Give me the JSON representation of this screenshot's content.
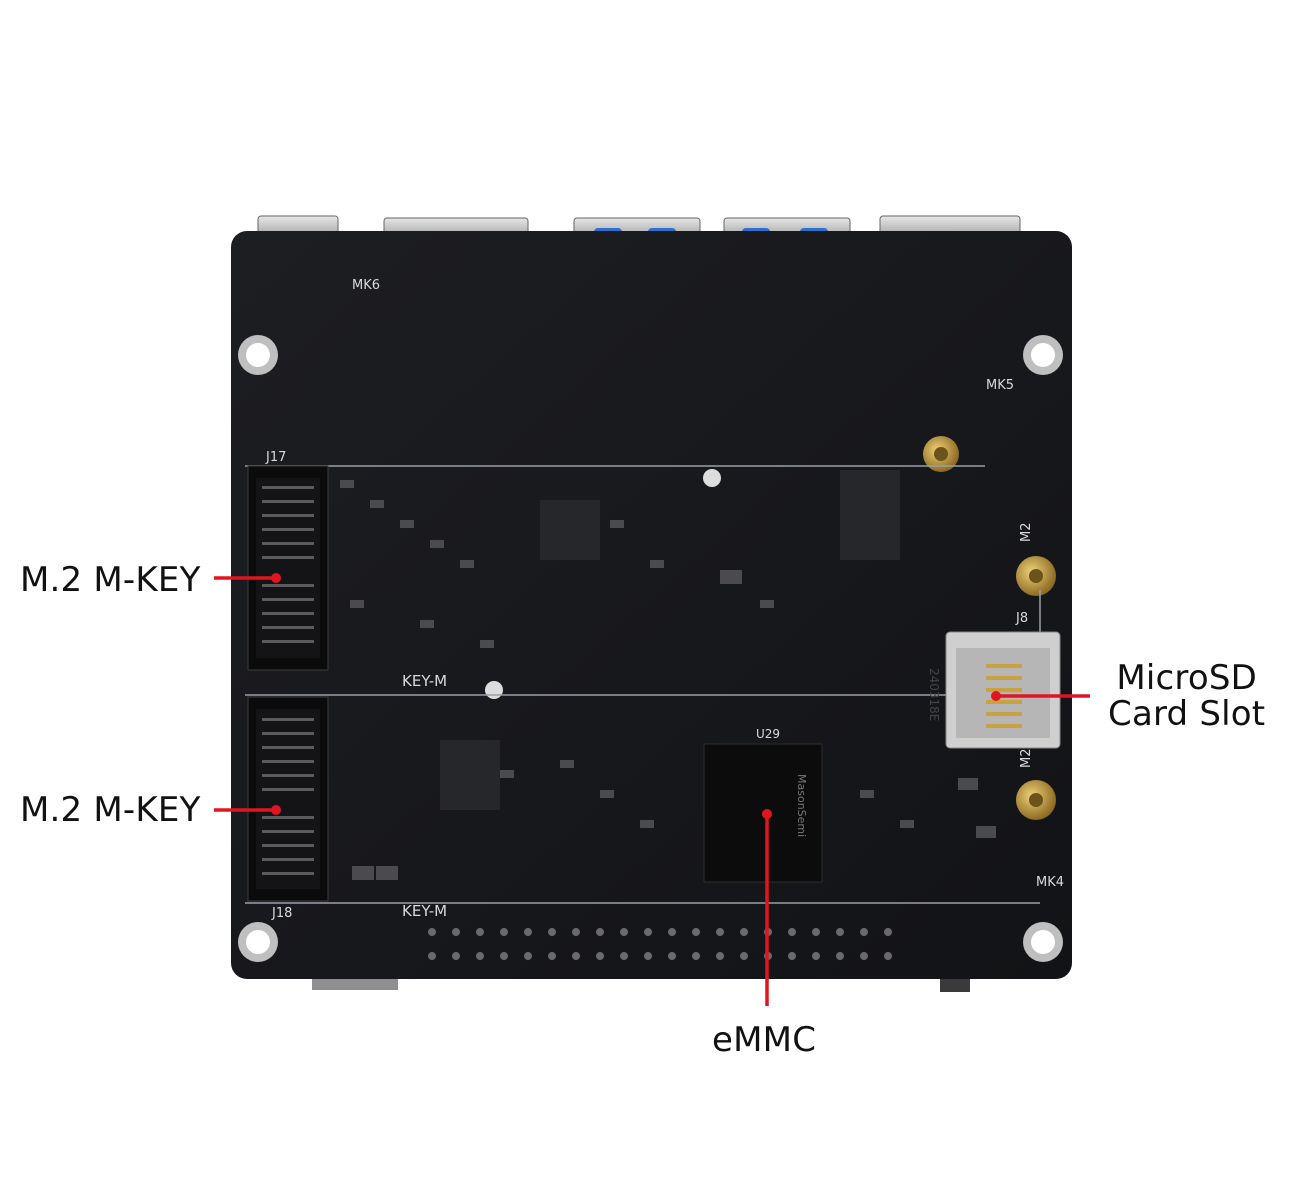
{
  "callouts": {
    "m2_key_1": "M.2 M-KEY",
    "m2_key_2": "M.2 M-KEY",
    "microsd_line1": "MicroSD",
    "microsd_line2": "Card Slot",
    "emmc": "eMMC"
  },
  "board_markings": {
    "slot_top_label": "KEY-M",
    "slot_bottom_label": "KEY-M",
    "j17": "J17",
    "j18": "J18",
    "j8": "J8",
    "m2_hole_top": "M2",
    "m2_hole_bottom": "M2",
    "mk4": "MK4",
    "mk5": "MK5",
    "mk6": "MK6",
    "chip_brand": "MasonSemi",
    "sd_date": "240318E",
    "u29": "U29"
  },
  "colors": {
    "pcb": "#17181b",
    "silk": "#d9d9d9",
    "callout_line": "#e0151f",
    "gold": "#c6a24a"
  }
}
